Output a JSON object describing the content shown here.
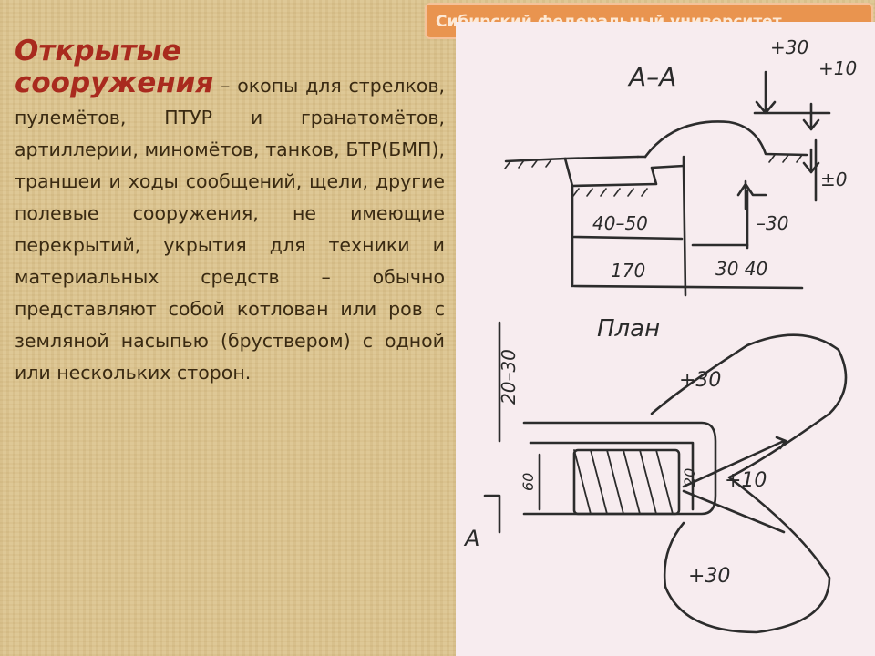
{
  "header_tab": {
    "label": "Сибирский федеральный университет"
  },
  "content": {
    "title_line1": "Открытые",
    "title_line2": "сооружения",
    "body": "– окопы для стрелков, пулемётов, ПТУР и гранатомётов, артиллерии, миномётов, танков, БТР(БМП), траншеи и ходы сообщений, щели, другие полевые сооружения, не имеющие перекрытий, укрытия для техники и материальных средств – обычно представляют собой котлован или ров с земляной насыпью (бруствером) с одной или нескольких сторон."
  },
  "drawing": {
    "section_label": "А–А",
    "elev_top": "+30",
    "elev_right": "+10",
    "elev_zero": "±0",
    "elev_bottom": "–30",
    "dim_depth": "40–50",
    "dim_width": "170",
    "dim_right": "30 40",
    "plan_label": "План",
    "dim_vertical": "20–30",
    "plan_plus_top": "+30",
    "plan_plus_right": "+10",
    "plan_plus_bottom": "+30",
    "dim_60": "60",
    "dim_20": "20",
    "section_mark": "А"
  },
  "colors": {
    "background": "#dcc48e",
    "title": "#a92a1e",
    "body_text": "#3a2a12",
    "tab": "#e9944f",
    "drawing_bg": "#f7ecef"
  }
}
